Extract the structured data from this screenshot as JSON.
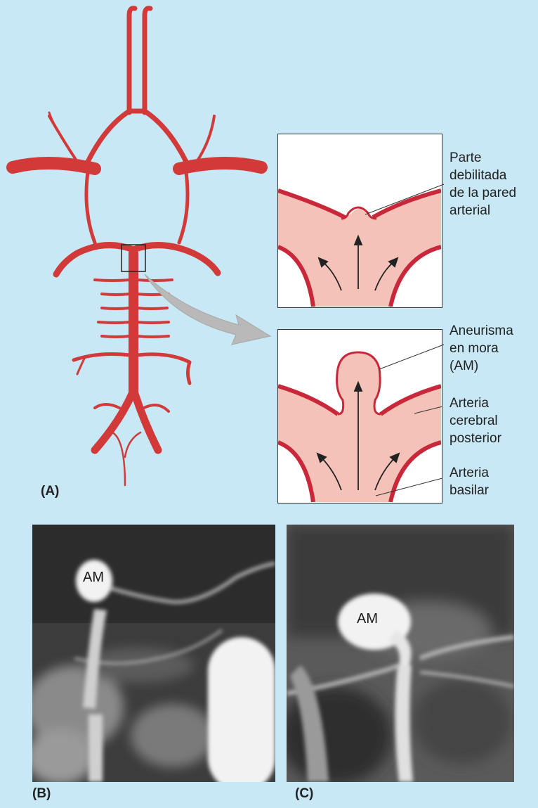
{
  "panels": {
    "a": {
      "letter": "(A)"
    },
    "b": {
      "letter": "(B)",
      "am_label": "AM"
    },
    "c": {
      "letter": "(C)",
      "am_label": "AM"
    }
  },
  "inset_top": {
    "label": "Parte\ndebilitada\nde la pared\narterial"
  },
  "inset_bottom": {
    "label_aneurysm": "Aneurisma\nen mora\n(AM)",
    "label_pca": "Arteria\ncerebral\nposterior",
    "label_basilar": "Arteria\nbasilar"
  },
  "colors": {
    "background": "#c9e8f5",
    "artery": "#d23a3a",
    "artery_wall": "#c8283a",
    "lumen": "#f4c2b8",
    "arrow_gray": "#b9b9b9"
  }
}
